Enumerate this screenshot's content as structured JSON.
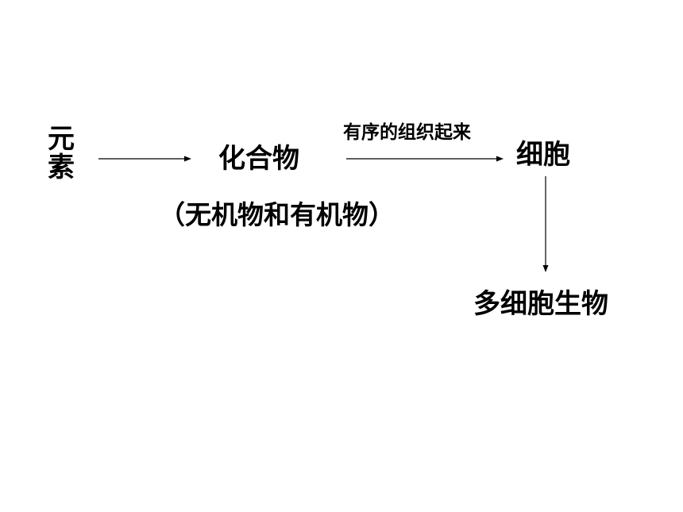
{
  "nodes": {
    "element": {
      "chars": [
        "元",
        "素"
      ]
    },
    "compound": {
      "label": "化合物"
    },
    "compound_note": {
      "label": "（无机物和有机物）"
    },
    "cell": {
      "label": "细胞"
    },
    "multicellular": {
      "label": "多细胞生物"
    }
  },
  "edges": {
    "compound_to_cell": {
      "label": "有序的组织起来"
    }
  }
}
